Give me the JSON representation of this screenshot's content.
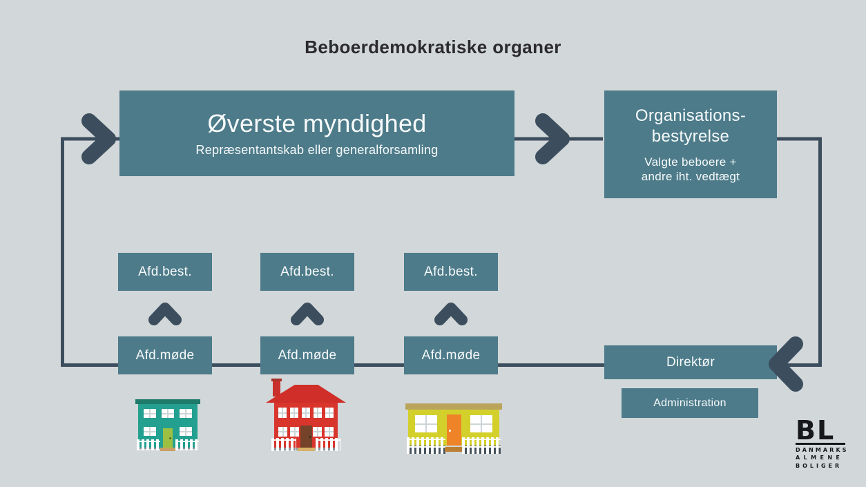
{
  "title": "Beboerdemokratiske organer",
  "colors": {
    "background": "#d2d7d9",
    "box_teal": "#4d7b8a",
    "connector_slate": "#3c4e5d",
    "title_text": "#2b2a2e",
    "house1_teal": "#23a090",
    "house2_red": "#d8352d",
    "house3_yellow": "#d3d02b"
  },
  "top_authority": {
    "title": "Øverste myndighed",
    "subtitle": "Repræsentantskab eller generalforsamling"
  },
  "org_board": {
    "title_line1": "Organisations-",
    "title_line2": "bestyrelse",
    "subtitle_line1": "Valgte beboere +",
    "subtitle_line2": "andre iht. vedtægt"
  },
  "departments": {
    "items": [
      {
        "board": "Afd.best.",
        "meeting": "Afd.møde"
      },
      {
        "board": "Afd.best.",
        "meeting": "Afd.møde"
      },
      {
        "board": "Afd.best.",
        "meeting": "Afd.møde"
      }
    ]
  },
  "director": {
    "label": "Direktør"
  },
  "administration": {
    "label": "Administration"
  },
  "logo": {
    "initials": "BL",
    "line1": "DANMARKS",
    "line2": "ALMENE",
    "line3": "BOLIGER"
  },
  "illustrations": {
    "houses": [
      "teal-two-story-house",
      "red-two-story-house",
      "yellow-bungalow-house"
    ]
  }
}
